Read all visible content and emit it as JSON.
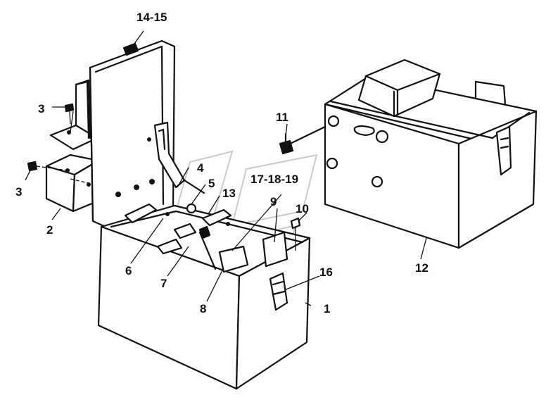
{
  "colors": {
    "line": "#111111",
    "background": "#ffffff",
    "watermark": "#c9c9c9"
  },
  "labels": {
    "l1": "1",
    "l2": "2",
    "l3a": "3",
    "l3b": "3",
    "l4": "4",
    "l5": "5",
    "l6": "6",
    "l7": "7",
    "l8": "8",
    "l9": "9",
    "l10": "10",
    "l11": "11",
    "l12": "12",
    "l13": "13",
    "l14_15": "14-15",
    "l16": "16",
    "l17_18_19": "17-18-19"
  }
}
